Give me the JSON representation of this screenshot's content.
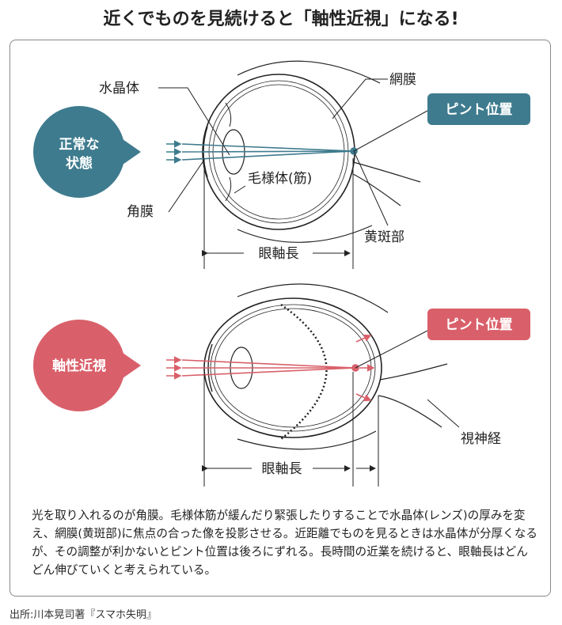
{
  "title": "近くでものを見続けると「軸性近視」になる!",
  "colors": {
    "normal": "#3e7b8e",
    "myopia": "#d9606a"
  },
  "normal": {
    "bubble_line1": "正常な",
    "bubble_line2": "状態",
    "focus_label": "ピント位置",
    "lens": "水晶体",
    "retina": "網膜",
    "ciliary": "毛様体(筋)",
    "cornea": "角膜",
    "macula": "黄斑部",
    "axial_length": "眼軸長"
  },
  "myopia": {
    "bubble": "軸性近視",
    "focus_label": "ピント位置",
    "optic_nerve": "視神経",
    "axial_length": "眼軸長"
  },
  "description": "光を取り入れるのが角膜。毛様体筋が緩んだり緊張したりすることで水晶体(レンズ)の厚みを変え、網膜(黄斑部)に焦点の合った像を投影させる。近距離でものを見るときは水晶体が分厚くなるが、その調整が利かないとピント位置は後ろにずれる。長時間の近業を続けると、眼軸長はどんどん伸びていくと考えられている。",
  "source": "出所:川本晃司著『スマホ失明』"
}
